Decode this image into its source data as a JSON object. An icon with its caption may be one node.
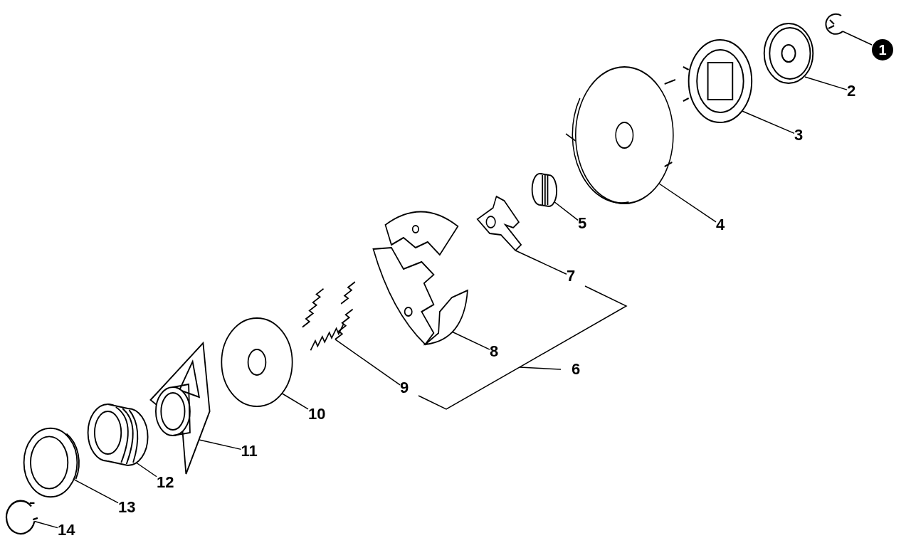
{
  "diagram": {
    "nodes": [
      {
        "text": [
          "1"
        ]
      },
      {
        "text": [
          "2"
        ]
      },
      {
        "text": [
          "3"
        ]
      },
      {
        "text": [
          "4"
        ]
      },
      {
        "text": [
          "5"
        ]
      },
      {
        "text": [
          "7"
        ]
      },
      {
        "text": [
          "8"
        ]
      },
      {
        "text": [
          "9"
        ]
      },
      {
        "text": [
          "10"
        ]
      },
      {
        "text": [
          "11"
        ]
      },
      {
        "text": [
          "12"
        ]
      },
      {
        "text": [
          "13"
        ]
      },
      {
        "text": [
          "14"
        ]
      },
      {
        "text": [],
        "shape": "picture"
      },
      {
        "text": [],
        "shape": "picture"
      },
      {
        "text": [],
        "shape": "picture"
      },
      {
        "text": [],
        "shape": "picture"
      },
      {
        "text": [],
        "shape": "picture"
      },
      {
        "text": [],
        "shape": "picture"
      },
      {
        "text": [],
        "shape": "picture"
      },
      {
        "text": [],
        "shape": "picture"
      },
      {
        "text": [],
        "shape": "picture"
      },
      {
        "text": [],
        "shape": "picture"
      },
      {
        "text": [],
        "shape": "picture"
      },
      {
        "text": [],
        "shape": "picture"
      },
      {
        "text": [],
        "shape": "picture"
      }
    ],
    "edges": [
      {
        "from": 0,
        "to": 25,
        "arrow": "none"
      },
      {
        "from": 1,
        "to": 24,
        "arrow": "none"
      },
      {
        "from": 2,
        "to": 23,
        "arrow": "none"
      },
      {
        "from": 3,
        "to": 22,
        "arrow": "none"
      },
      {
        "from": 4,
        "to": 21,
        "arrow": "none"
      },
      {
        "from": 5,
        "to": 20,
        "arrow": "none"
      },
      {
        "from": 6,
        "to": 19,
        "arrow": "none"
      },
      {
        "from": 7,
        "to": 18,
        "arrow": "none"
      },
      {
        "from": 8,
        "to": 17,
        "arrow": "none"
      },
      {
        "from": 9,
        "to": 16,
        "arrow": "none"
      },
      {
        "from": 10,
        "to": 15,
        "arrow": "none"
      },
      {
        "from": 11,
        "to": 14,
        "arrow": "none"
      },
      {
        "from": 12,
        "to": 13,
        "arrow": "none"
      }
    ],
    "labels": [
      "6"
    ]
  }
}
